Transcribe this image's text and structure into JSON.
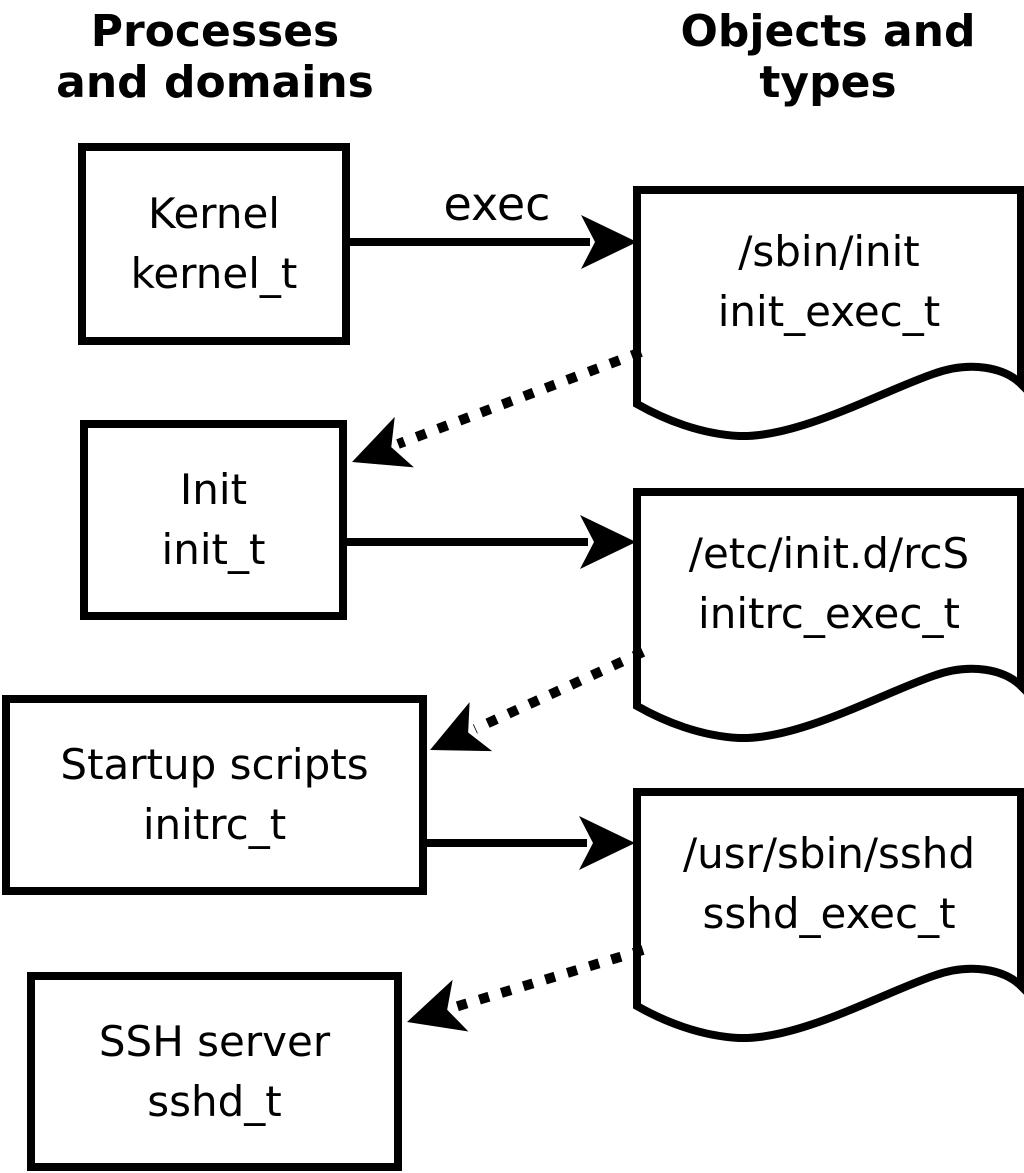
{
  "headers": {
    "left": "Processes\nand domains",
    "right": "Objects and\ntypes"
  },
  "process_boxes": [
    {
      "id": "kernel",
      "label": "Kernel\nkernel_t"
    },
    {
      "id": "init",
      "label": "Init\ninit_t"
    },
    {
      "id": "initrc",
      "label": "Startup scripts\ninitrc_t"
    },
    {
      "id": "sshd",
      "label": "SSH server\nsshd_t"
    }
  ],
  "object_docs": [
    {
      "id": "init_exec",
      "label": "/sbin/init\ninit_exec_t"
    },
    {
      "id": "initrc_exec",
      "label": "/etc/init.d/rcS\ninitrc_exec_t"
    },
    {
      "id": "sshd_exec",
      "label": "/usr/sbin/sshd\nsshd_exec_t"
    }
  ],
  "edge_labels": {
    "exec": "exec"
  },
  "colors": {
    "ink": "#000000",
    "background": "#ffffff"
  }
}
